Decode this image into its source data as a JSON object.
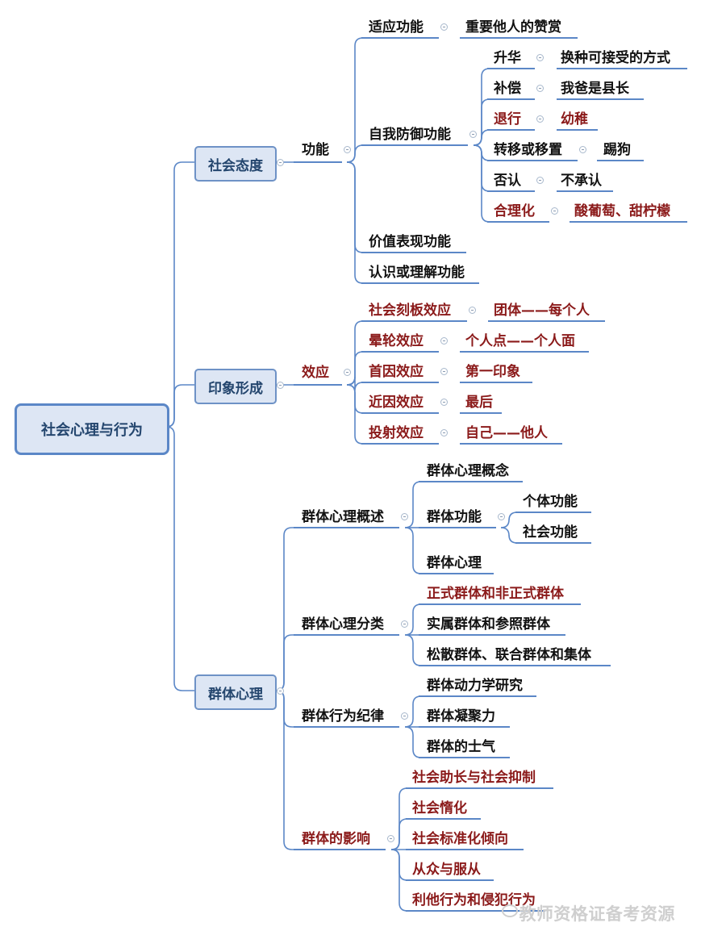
{
  "root": "社会心理与行为",
  "branches": {
    "attitude": {
      "label": "社会态度",
      "function": {
        "label": "功能",
        "adapt": {
          "label": "适应功能",
          "detail": "重要他人的赞赏"
        },
        "defense": {
          "label": "自我防御功能",
          "items": [
            {
              "label": "升华",
              "detail": "换种可接受的方式"
            },
            {
              "label": "补偿",
              "detail": "我爸是县长"
            },
            {
              "label": "退行",
              "detail": "幼稚"
            },
            {
              "label": "转移或移置",
              "detail": "踢狗"
            },
            {
              "label": "否认",
              "detail": "不承认"
            },
            {
              "label": "合理化",
              "detail": "酸葡萄、甜柠檬"
            }
          ]
        },
        "value": "价值表现功能",
        "cognition": "认识或理解功能"
      }
    },
    "impression": {
      "label": "印象形成",
      "effect": {
        "label": "效应",
        "items": [
          {
            "label": "社会刻板效应",
            "detail": "团体——每个人"
          },
          {
            "label": "晕轮效应",
            "detail": "个人点——个人面"
          },
          {
            "label": "首因效应",
            "detail": "第一印象"
          },
          {
            "label": "近因效应",
            "detail": "最后"
          },
          {
            "label": "投射效应",
            "detail": "自己——他人"
          }
        ]
      }
    },
    "group": {
      "label": "群体心理",
      "overview": {
        "label": "群体心理概述",
        "concept": "群体心理概念",
        "functions": {
          "label": "群体功能",
          "individual": "个体功能",
          "social": "社会功能"
        },
        "psychology": "群体心理"
      },
      "classification": {
        "label": "群体心理分类",
        "items": [
          "正式群体和非正式群体",
          "实属群体和参照群体",
          "松散群体、联合群体和集体"
        ]
      },
      "discipline": {
        "label": "群体行为纪律",
        "items": [
          "群体动力学研究",
          "群体凝聚力",
          "群体的士气"
        ]
      },
      "influence": {
        "label": "群体的影响",
        "items": [
          "社会助长与社会抑制",
          "社会惰化",
          "社会标准化倾向",
          "从众与服从",
          "利他行为和侵犯行为"
        ]
      }
    }
  },
  "watermark": "教师资格证备考资源",
  "colors": {
    "line": "#5b87c7",
    "red_text": "#8b1a1a",
    "box_fill": "#dde6f4",
    "box_border": "#6e92c6"
  }
}
